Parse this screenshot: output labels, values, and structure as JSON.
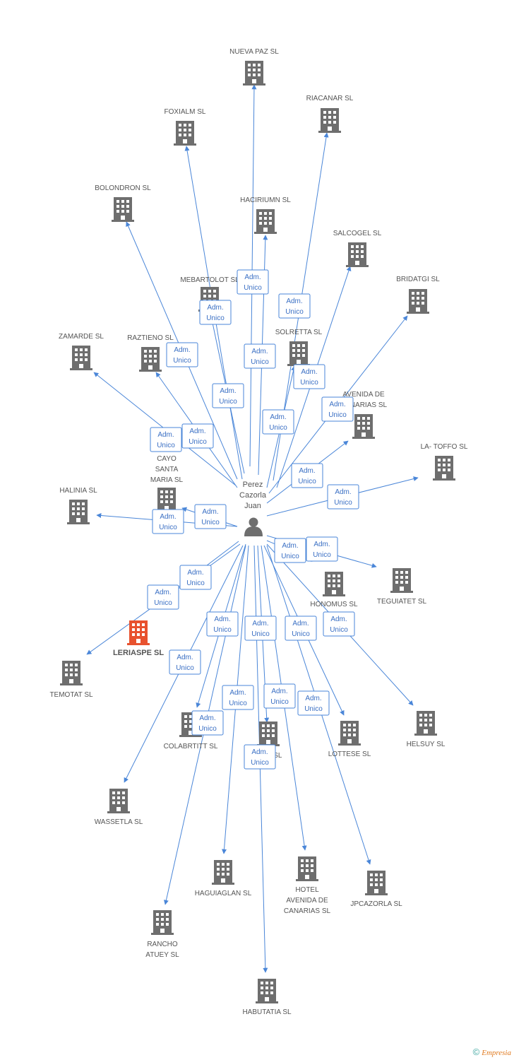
{
  "person": {
    "lines": [
      "Perez",
      "Cazorla",
      "Juan"
    ]
  },
  "edge_label": [
    "Adm.",
    "Unico"
  ],
  "highlight_color": "#e8522f",
  "building_color": "#6e6e6e",
  "edge_color": "#4a86d8",
  "companies": [
    {
      "id": "nueva-paz",
      "label": [
        "NUEVA PAZ SL"
      ]
    },
    {
      "id": "riacanar",
      "label": [
        "RIACANAR SL"
      ]
    },
    {
      "id": "foxialm",
      "label": [
        "FOXIALM SL"
      ]
    },
    {
      "id": "bolondron",
      "label": [
        "BOLONDRON SL"
      ]
    },
    {
      "id": "haciriumn",
      "label": [
        "HACIRIUMN SL"
      ]
    },
    {
      "id": "salcogel",
      "label": [
        "SALCOGEL SL"
      ]
    },
    {
      "id": "mebartolot",
      "label": [
        "MEBARTOLOT SL"
      ]
    },
    {
      "id": "bridatgi",
      "label": [
        "BRIDATGI SL"
      ]
    },
    {
      "id": "zamarde",
      "label": [
        "ZAMARDE SL"
      ]
    },
    {
      "id": "raztieno",
      "label": [
        "RAZTIENO SL"
      ]
    },
    {
      "id": "solretta",
      "label": [
        "SOLRETTA SL"
      ]
    },
    {
      "id": "avenida-canarias",
      "label": [
        "AVENIDA DE",
        "CANARIAS SL"
      ]
    },
    {
      "id": "la-toffo",
      "label": [
        "LA- TOFFO SL"
      ]
    },
    {
      "id": "cayo-santa-maria",
      "label": [
        "CAYO",
        "SANTA",
        "MARIA SL"
      ]
    },
    {
      "id": "halinia",
      "label": [
        "HALINIA SL"
      ]
    },
    {
      "id": "teguiatet",
      "label": [
        "TEGUIATET SL"
      ]
    },
    {
      "id": "honomus",
      "label": [
        "HONOMUS SL"
      ]
    },
    {
      "id": "leriaspe",
      "label": [
        "LERIASPE SL"
      ],
      "highlight": true
    },
    {
      "id": "temotat",
      "label": [
        "TEMOTAT SL"
      ]
    },
    {
      "id": "helsuy",
      "label": [
        "HELSUY SL"
      ]
    },
    {
      "id": "colabrtitt",
      "label": [
        "COLABRTITT SL"
      ]
    },
    {
      "id": "m-as",
      "label": [
        "M          AS SL"
      ]
    },
    {
      "id": "lottese",
      "label": [
        "LOTTESE SL"
      ]
    },
    {
      "id": "wassetla",
      "label": [
        "WASSETLA SL"
      ]
    },
    {
      "id": "haguiaglan",
      "label": [
        "HAGUIAGLAN SL"
      ]
    },
    {
      "id": "hotel-avenida",
      "label": [
        "HOTEL",
        "AVENIDA DE",
        "CANARIAS SL"
      ]
    },
    {
      "id": "jpcazorla",
      "label": [
        "JPCAZORLA SL"
      ]
    },
    {
      "id": "rancho-atuey",
      "label": [
        "RANCHO",
        "ATUEY SL"
      ]
    },
    {
      "id": "habutatia",
      "label": [
        "HABUTATIA SL"
      ]
    }
  ],
  "footer": {
    "copyright": "©",
    "brand": "Empresia"
  }
}
